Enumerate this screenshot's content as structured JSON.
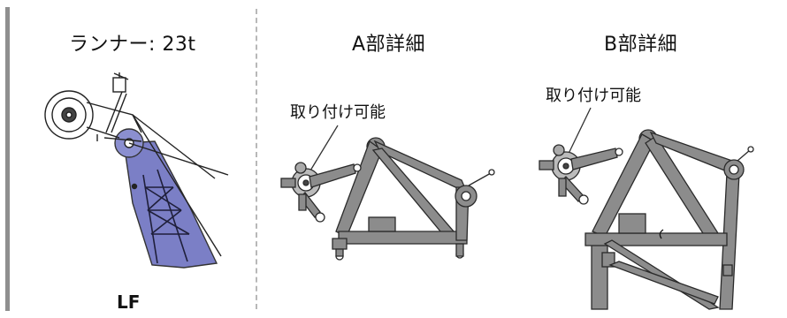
{
  "left_panel": {
    "title": "ランナー: 23t",
    "footer_label": "LF"
  },
  "panel_a": {
    "title": "A部詳細",
    "callout": "取り付け可能"
  },
  "panel_b": {
    "title": "B部詳細",
    "callout": "取り付け可能"
  },
  "colors": {
    "boom_highlight": "#7b7fc6",
    "frame_gray": "#8c8c8c",
    "frame_stroke": "#2a2a2a",
    "rail": "#8f8f8f"
  }
}
